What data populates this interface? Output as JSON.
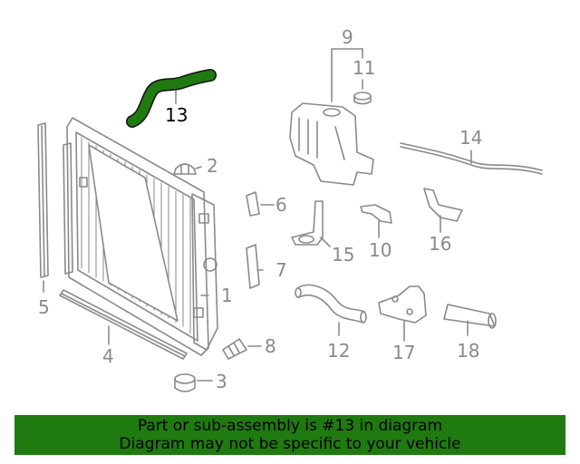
{
  "diagram": {
    "callouts": [
      "1",
      "2",
      "3",
      "4",
      "5",
      "6",
      "7",
      "8",
      "9",
      "10",
      "11",
      "12",
      "13",
      "14",
      "15",
      "16",
      "17",
      "18"
    ],
    "highlighted_part": "13",
    "highlight_color": "#1f7a10",
    "line_color": "#8a8a8a"
  },
  "banner": {
    "line1": "Part or sub-assembly is #13 in diagram",
    "line2": "Diagram may not be specific to your vehicle",
    "background": "#1f7a10"
  }
}
